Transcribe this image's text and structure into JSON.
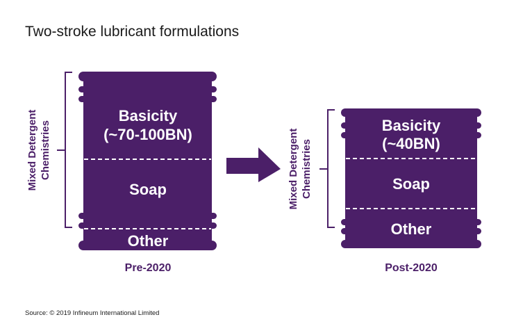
{
  "title": "Two-stroke lubricant formulations",
  "source": "Source: © 2019 Infineum International Limited",
  "colors": {
    "barrel": "#4b1f68",
    "text_on_barrel": "#ffffff",
    "accent": "#4b1f68"
  },
  "bracket_label_line1": "Mixed Detergent",
  "bracket_label_line2": "Chemistries",
  "barrels": [
    {
      "caption": "Pre-2020",
      "sections": [
        {
          "line1": "Basicity",
          "line2": "(~70-100BN)"
        },
        {
          "line1": "Soap"
        },
        {
          "line1": "Other"
        }
      ]
    },
    {
      "caption": "Post-2020",
      "sections": [
        {
          "line1": "Basicity",
          "line2": "(~40BN)"
        },
        {
          "line1": "Soap"
        },
        {
          "line1": "Other"
        }
      ]
    }
  ]
}
